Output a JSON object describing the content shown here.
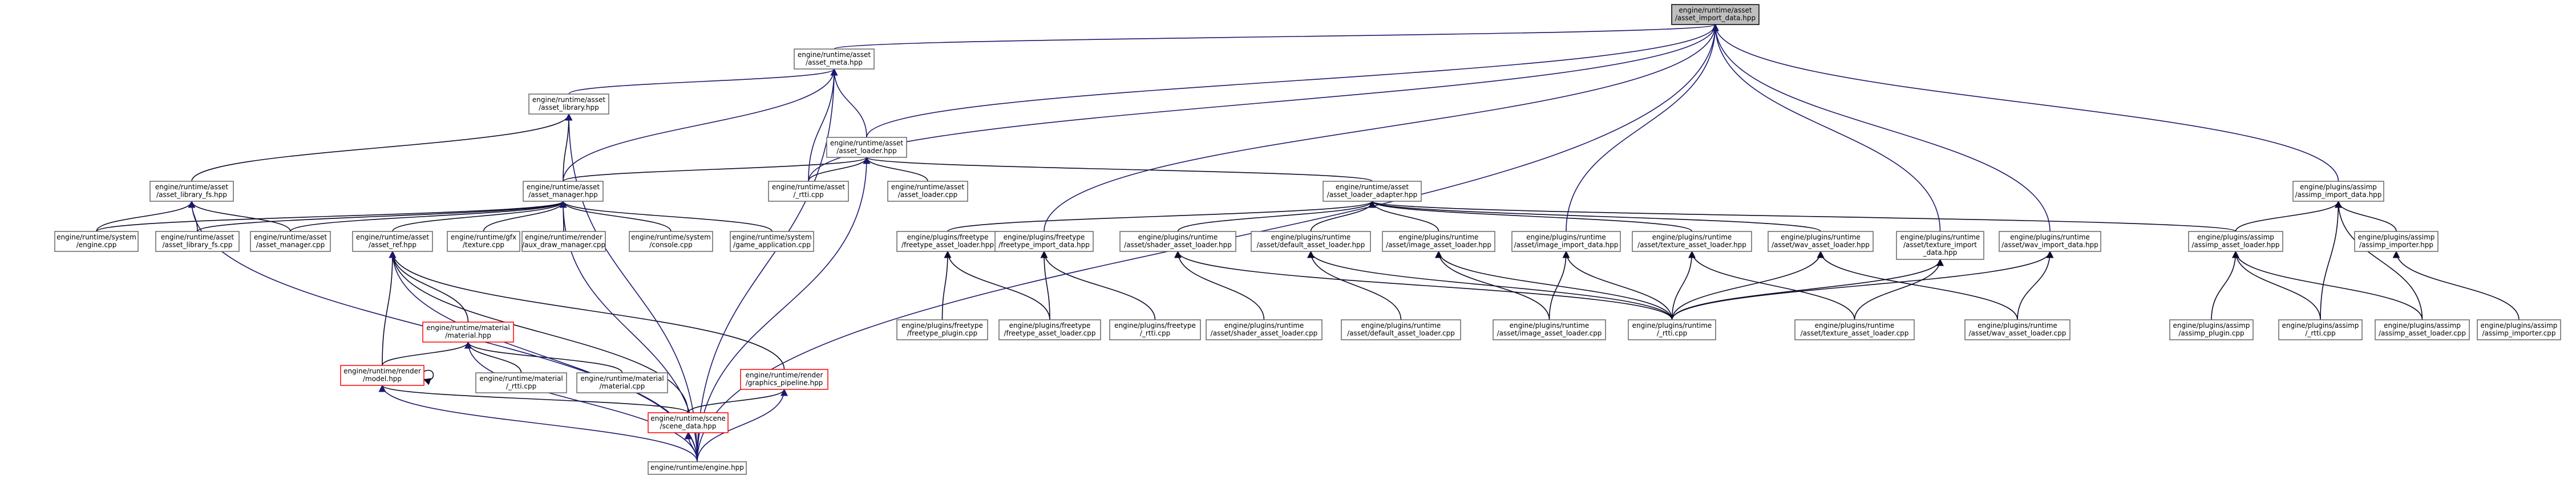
{
  "nodes": [
    {
      "id": "n0",
      "lines": [
        "engine/runtime/asset",
        "/asset_import_data.hpp"
      ],
      "root": true
    },
    {
      "id": "n1",
      "lines": [
        "engine/runtime/asset",
        "/asset_meta.hpp"
      ]
    },
    {
      "id": "n2",
      "lines": [
        "engine/runtime/asset",
        "/asset_library.hpp"
      ]
    },
    {
      "id": "n3",
      "lines": [
        "engine/runtime/asset",
        "/asset_loader.hpp"
      ]
    },
    {
      "id": "n4",
      "lines": [
        "engine/runtime/asset",
        "/asset_library_fs.hpp"
      ]
    },
    {
      "id": "n5",
      "lines": [
        "engine/runtime/asset",
        "/asset_manager.hpp"
      ]
    },
    {
      "id": "n6",
      "lines": [
        "engine/runtime/asset",
        "/_rtti.cpp"
      ]
    },
    {
      "id": "n7",
      "lines": [
        "engine/runtime/asset",
        "/asset_loader.cpp"
      ]
    },
    {
      "id": "n8",
      "lines": [
        "engine/runtime/asset",
        "/asset_loader_adapter.hpp"
      ]
    },
    {
      "id": "n9",
      "lines": [
        "engine/plugins/assimp",
        "/assimp_import_data.hpp"
      ]
    },
    {
      "id": "n10",
      "lines": [
        "engine/runtime/system",
        "/engine.cpp"
      ]
    },
    {
      "id": "n11",
      "lines": [
        "engine/runtime/asset",
        "/asset_library_fs.cpp"
      ]
    },
    {
      "id": "n12",
      "lines": [
        "engine/runtime/asset",
        "/asset_manager.cpp"
      ]
    },
    {
      "id": "n13",
      "lines": [
        "engine/runtime/asset",
        "/asset_ref.hpp"
      ]
    },
    {
      "id": "n14",
      "lines": [
        "engine/runtime/gfx",
        "/texture.cpp"
      ]
    },
    {
      "id": "n15",
      "lines": [
        "engine/runtime/render",
        "/aux_draw_manager.cpp"
      ]
    },
    {
      "id": "n16",
      "lines": [
        "engine/runtime/system",
        "/console.cpp"
      ]
    },
    {
      "id": "n17",
      "lines": [
        "engine/runtime/system",
        "/game_application.cpp"
      ]
    },
    {
      "id": "n18",
      "lines": [
        "engine/plugins/freetype",
        "/freetype_asset_loader.hpp"
      ]
    },
    {
      "id": "n19",
      "lines": [
        "engine/plugins/freetype",
        "/freetype_import_data.hpp"
      ]
    },
    {
      "id": "n20",
      "lines": [
        "engine/plugins/runtime",
        "/asset/shader_asset_loader.hpp"
      ]
    },
    {
      "id": "n21",
      "lines": [
        "engine/plugins/runtime",
        "/asset/default_asset_loader.hpp"
      ]
    },
    {
      "id": "n22",
      "lines": [
        "engine/plugins/runtime",
        "/asset/image_asset_loader.hpp"
      ]
    },
    {
      "id": "n23",
      "lines": [
        "engine/plugins/runtime",
        "/asset/image_import_data.hpp"
      ]
    },
    {
      "id": "n24",
      "lines": [
        "engine/plugins/runtime",
        "/asset/texture_asset_loader.hpp"
      ]
    },
    {
      "id": "n25",
      "lines": [
        "engine/plugins/runtime",
        "/asset/wav_asset_loader.hpp"
      ]
    },
    {
      "id": "n26",
      "lines": [
        "engine/plugins/runtime",
        "/asset/texture_import",
        "_data.hpp"
      ]
    },
    {
      "id": "n27",
      "lines": [
        "engine/plugins/runtime",
        "/asset/wav_import_data.hpp"
      ]
    },
    {
      "id": "n28",
      "lines": [
        "engine/plugins/assimp",
        "/assimp_asset_loader.hpp"
      ]
    },
    {
      "id": "n29",
      "lines": [
        "engine/plugins/assimp",
        "/assimp_importer.hpp"
      ]
    },
    {
      "id": "n30",
      "lines": [
        "engine/runtime/material",
        "/material.hpp"
      ],
      "red": true
    },
    {
      "id": "n31",
      "lines": [
        "engine/runtime/render",
        "/graphics_pipeline.hpp"
      ],
      "red": true
    },
    {
      "id": "n32",
      "lines": [
        "engine/plugins/freetype",
        "/freetype_plugin.cpp"
      ]
    },
    {
      "id": "n33",
      "lines": [
        "engine/plugins/freetype",
        "/freetype_asset_loader.cpp"
      ]
    },
    {
      "id": "n34",
      "lines": [
        "engine/plugins/freetype",
        "/_rtti.cpp"
      ]
    },
    {
      "id": "n35",
      "lines": [
        "engine/plugins/runtime",
        "/asset/shader_asset_loader.cpp"
      ]
    },
    {
      "id": "n36",
      "lines": [
        "engine/plugins/runtime",
        "/asset/default_asset_loader.cpp"
      ]
    },
    {
      "id": "n37",
      "lines": [
        "engine/plugins/runtime",
        "/asset/image_asset_loader.cpp"
      ]
    },
    {
      "id": "n38",
      "lines": [
        "engine/plugins/runtime",
        "/_rtti.cpp"
      ]
    },
    {
      "id": "n39",
      "lines": [
        "engine/plugins/runtime",
        "/asset/texture_asset_loader.cpp"
      ]
    },
    {
      "id": "n40",
      "lines": [
        "engine/plugins/runtime",
        "/asset/wav_asset_loader.cpp"
      ]
    },
    {
      "id": "n41",
      "lines": [
        "engine/plugins/assimp",
        "/assimp_plugin.cpp"
      ]
    },
    {
      "id": "n42",
      "lines": [
        "engine/plugins/assimp",
        "/_rtti.cpp"
      ]
    },
    {
      "id": "n43",
      "lines": [
        "engine/plugins/assimp",
        "/assimp_asset_loader.cpp"
      ]
    },
    {
      "id": "n44",
      "lines": [
        "engine/plugins/assimp",
        "/assimp_importer.cpp"
      ]
    },
    {
      "id": "n45",
      "lines": [
        "engine/runtime/render",
        "/model.hpp"
      ],
      "red": true
    },
    {
      "id": "n46",
      "lines": [
        "engine/runtime/material",
        "/_rtti.cpp"
      ]
    },
    {
      "id": "n47",
      "lines": [
        "engine/runtime/material",
        "/material.cpp"
      ]
    },
    {
      "id": "n48",
      "lines": [
        "engine/runtime/scene",
        "/scene_data.hpp"
      ],
      "red": true
    },
    {
      "id": "n49",
      "lines": [
        "engine/runtime/engine.hpp"
      ]
    }
  ],
  "edges": [
    [
      "n1",
      "n0"
    ],
    [
      "n2",
      "n1"
    ],
    [
      "n3",
      "n1"
    ],
    [
      "n3",
      "n0"
    ],
    [
      "n4",
      "n2"
    ],
    [
      "n5",
      "n2"
    ],
    [
      "n5",
      "n3"
    ],
    [
      "n5",
      "n1"
    ],
    [
      "n6",
      "n1"
    ],
    [
      "n6",
      "n3"
    ],
    [
      "n6",
      "n0"
    ],
    [
      "n7",
      "n3"
    ],
    [
      "n8",
      "n3"
    ],
    [
      "n9",
      "n0"
    ],
    [
      "n10",
      "n4"
    ],
    [
      "n10",
      "n5"
    ],
    [
      "n11",
      "n4"
    ],
    [
      "n11",
      "n5"
    ],
    [
      "n12",
      "n4"
    ],
    [
      "n12",
      "n5"
    ],
    [
      "n13",
      "n5"
    ],
    [
      "n14",
      "n5"
    ],
    [
      "n15",
      "n5"
    ],
    [
      "n16",
      "n5"
    ],
    [
      "n17",
      "n5"
    ],
    [
      "n18",
      "n8"
    ],
    [
      "n19",
      "n0"
    ],
    [
      "n20",
      "n8"
    ],
    [
      "n21",
      "n8"
    ],
    [
      "n22",
      "n8"
    ],
    [
      "n23",
      "n0"
    ],
    [
      "n24",
      "n8"
    ],
    [
      "n25",
      "n8"
    ],
    [
      "n26",
      "n0"
    ],
    [
      "n27",
      "n0"
    ],
    [
      "n28",
      "n8"
    ],
    [
      "n28",
      "n9"
    ],
    [
      "n29",
      "n9"
    ],
    [
      "n30",
      "n13"
    ],
    [
      "n31",
      "n13"
    ],
    [
      "n32",
      "n18"
    ],
    [
      "n33",
      "n18"
    ],
    [
      "n33",
      "n19"
    ],
    [
      "n34",
      "n19"
    ],
    [
      "n35",
      "n20"
    ],
    [
      "n36",
      "n21"
    ],
    [
      "n37",
      "n22"
    ],
    [
      "n37",
      "n23"
    ],
    [
      "n38",
      "n20"
    ],
    [
      "n38",
      "n21"
    ],
    [
      "n38",
      "n22"
    ],
    [
      "n38",
      "n23"
    ],
    [
      "n38",
      "n24"
    ],
    [
      "n38",
      "n25"
    ],
    [
      "n38",
      "n26"
    ],
    [
      "n38",
      "n27"
    ],
    [
      "n39",
      "n24"
    ],
    [
      "n39",
      "n26"
    ],
    [
      "n40",
      "n25"
    ],
    [
      "n40",
      "n27"
    ],
    [
      "n41",
      "n28"
    ],
    [
      "n42",
      "n28"
    ],
    [
      "n42",
      "n9"
    ],
    [
      "n43",
      "n28"
    ],
    [
      "n43",
      "n9"
    ],
    [
      "n44",
      "n29"
    ],
    [
      "n45",
      "n13"
    ],
    [
      "n45",
      "n30"
    ],
    [
      "n45",
      "n45"
    ],
    [
      "n46",
      "n30"
    ],
    [
      "n47",
      "n30"
    ],
    [
      "n48",
      "n13"
    ],
    [
      "n48",
      "n45"
    ],
    [
      "n48",
      "n31"
    ],
    [
      "n49",
      "n48"
    ],
    [
      "n49",
      "n45"
    ],
    [
      "n49",
      "n13"
    ],
    [
      "n49",
      "n2"
    ],
    [
      "n49",
      "n4"
    ],
    [
      "n49",
      "n5"
    ],
    [
      "n49",
      "n31"
    ],
    [
      "n49",
      "n30"
    ],
    [
      "n49",
      "n1"
    ],
    [
      "n49",
      "n3"
    ],
    [
      "n49",
      "n0"
    ]
  ]
}
